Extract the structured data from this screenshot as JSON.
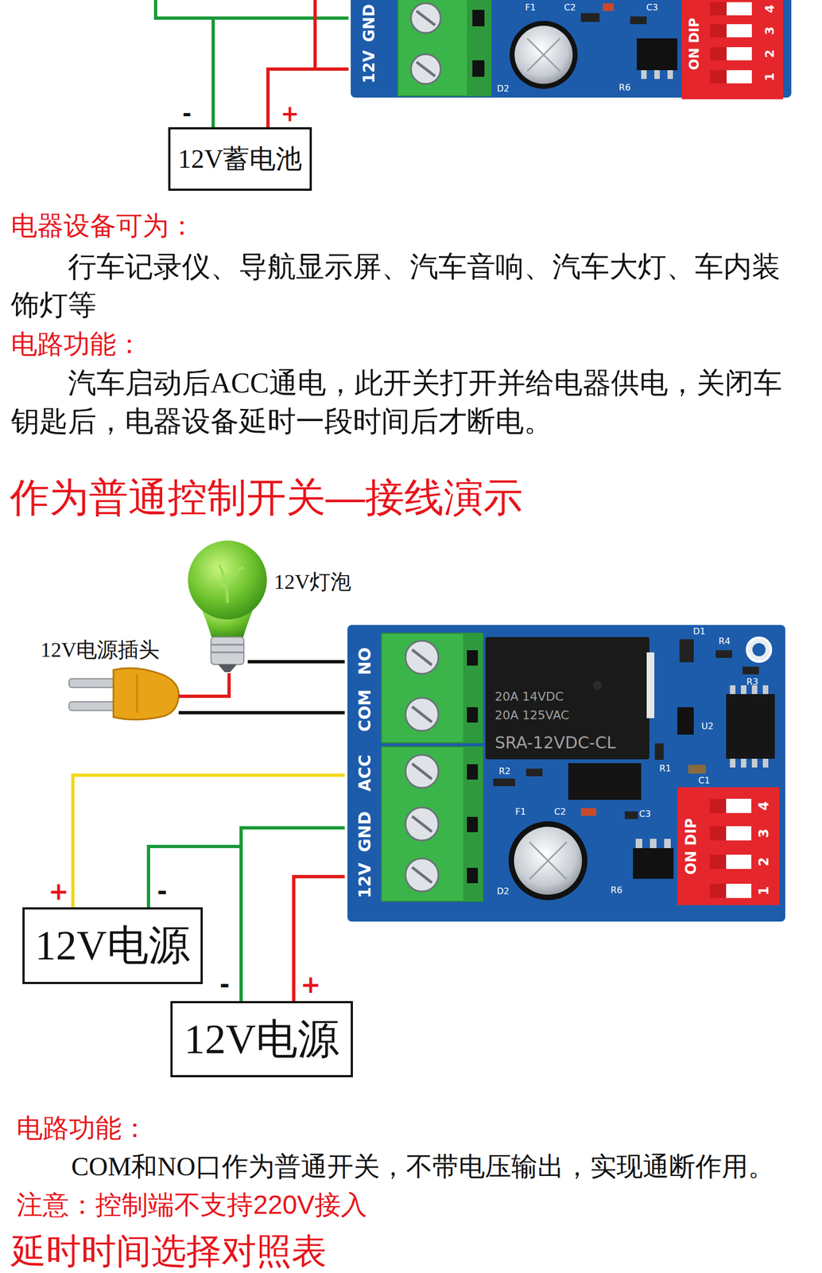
{
  "diagram": {
    "title": "作为普通控制开关—接线演示",
    "nodes": [
      {
        "text": [
          "12V蓄电池"
        ]
      },
      {
        "text": [
          "12V电源"
        ]
      },
      {
        "text": [
          "12V电源"
        ]
      }
    ],
    "labels": [
      "GND",
      "12V",
      "F1",
      "C2",
      "C3",
      "D2",
      "R6",
      "ON DIP",
      "1",
      "2",
      "3",
      "4",
      "-",
      "+",
      "电器设备可为：",
      "行车记录仪、导航显示屏、汽车音响、汽车大灯、车内装饰灯等",
      "电路功能：",
      "汽车启动后ACC通电，此开关打开并给电器供电，关闭车钥匙后，电器设备延时一段时间后才断电。",
      "12V灯泡",
      "12V电源插头",
      "NO",
      "COM",
      "ACC",
      "GND",
      "12V",
      "20A 14VDC",
      "20A 125VAC",
      "SRA-12VDC-CL",
      "D1",
      "R4",
      "R3",
      "U2",
      "R1",
      "C1",
      "R2",
      "F1",
      "C2",
      "C3",
      "R6",
      "D2",
      "ON DIP",
      "1",
      "2",
      "3",
      "4",
      "+",
      "-",
      "-",
      "+",
      "电路功能：",
      "COM和NO口作为普通开关，不带电压输出，实现通断作用。",
      "注意：控制端不支持220V接入",
      "延时时间选择对照表"
    ]
  }
}
